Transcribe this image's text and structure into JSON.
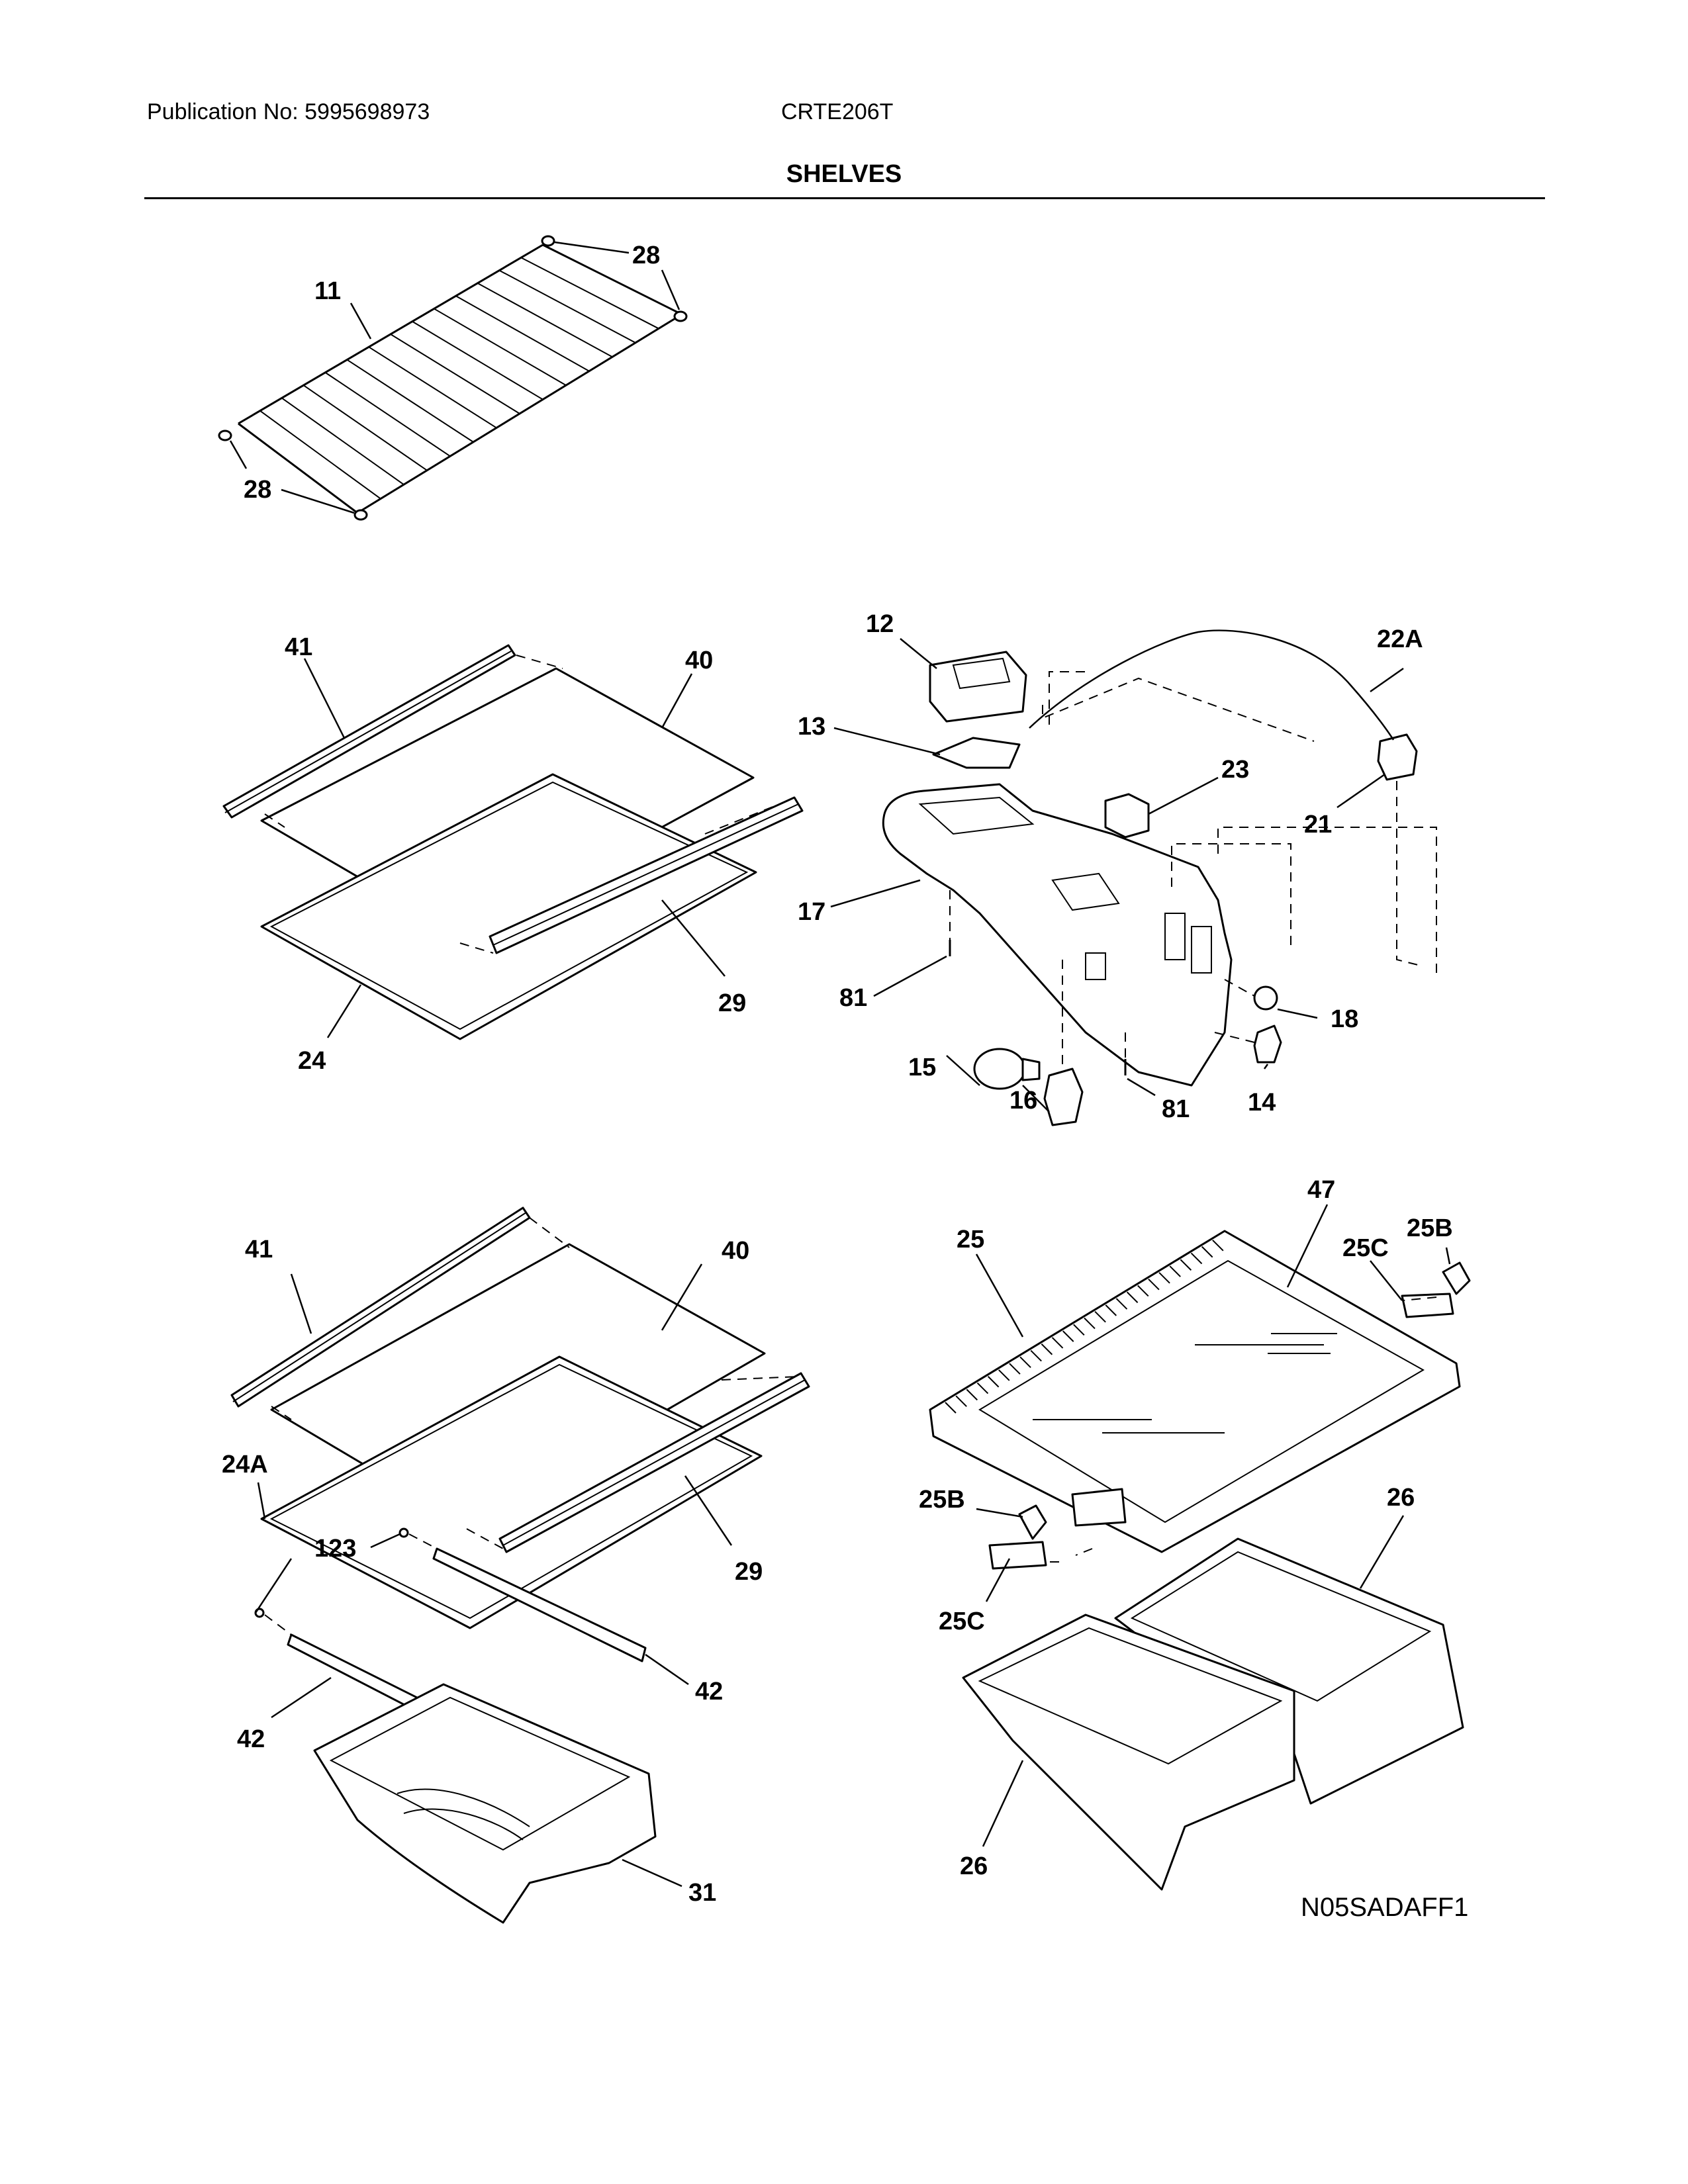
{
  "header": {
    "publication": "Publication No: 5995698973",
    "model": "CRTE206T",
    "title": "SHELVES"
  },
  "callouts": {
    "c11": "11",
    "c28a": "28",
    "c28b": "28",
    "c41a": "41",
    "c40a": "40",
    "c29a": "29",
    "c24": "24",
    "c12": "12",
    "c22a": "22A",
    "c13": "13",
    "c23": "23",
    "c21": "21",
    "c17": "17",
    "c81a": "81",
    "c18": "18",
    "c15": "15",
    "c16": "16",
    "c81b": "81",
    "c14": "14",
    "c41b": "41",
    "c40b": "40",
    "c24a": "24A",
    "c123": "123",
    "c29b": "29",
    "c42a": "42",
    "c42b": "42",
    "c31": "31",
    "c47": "47",
    "c25": "25",
    "c25b1": "25B",
    "c25c1": "25C",
    "c25b2": "25B",
    "c25c2": "25C",
    "c26a": "26",
    "c26b": "26"
  },
  "diagram_code": "N05SADAFF1"
}
